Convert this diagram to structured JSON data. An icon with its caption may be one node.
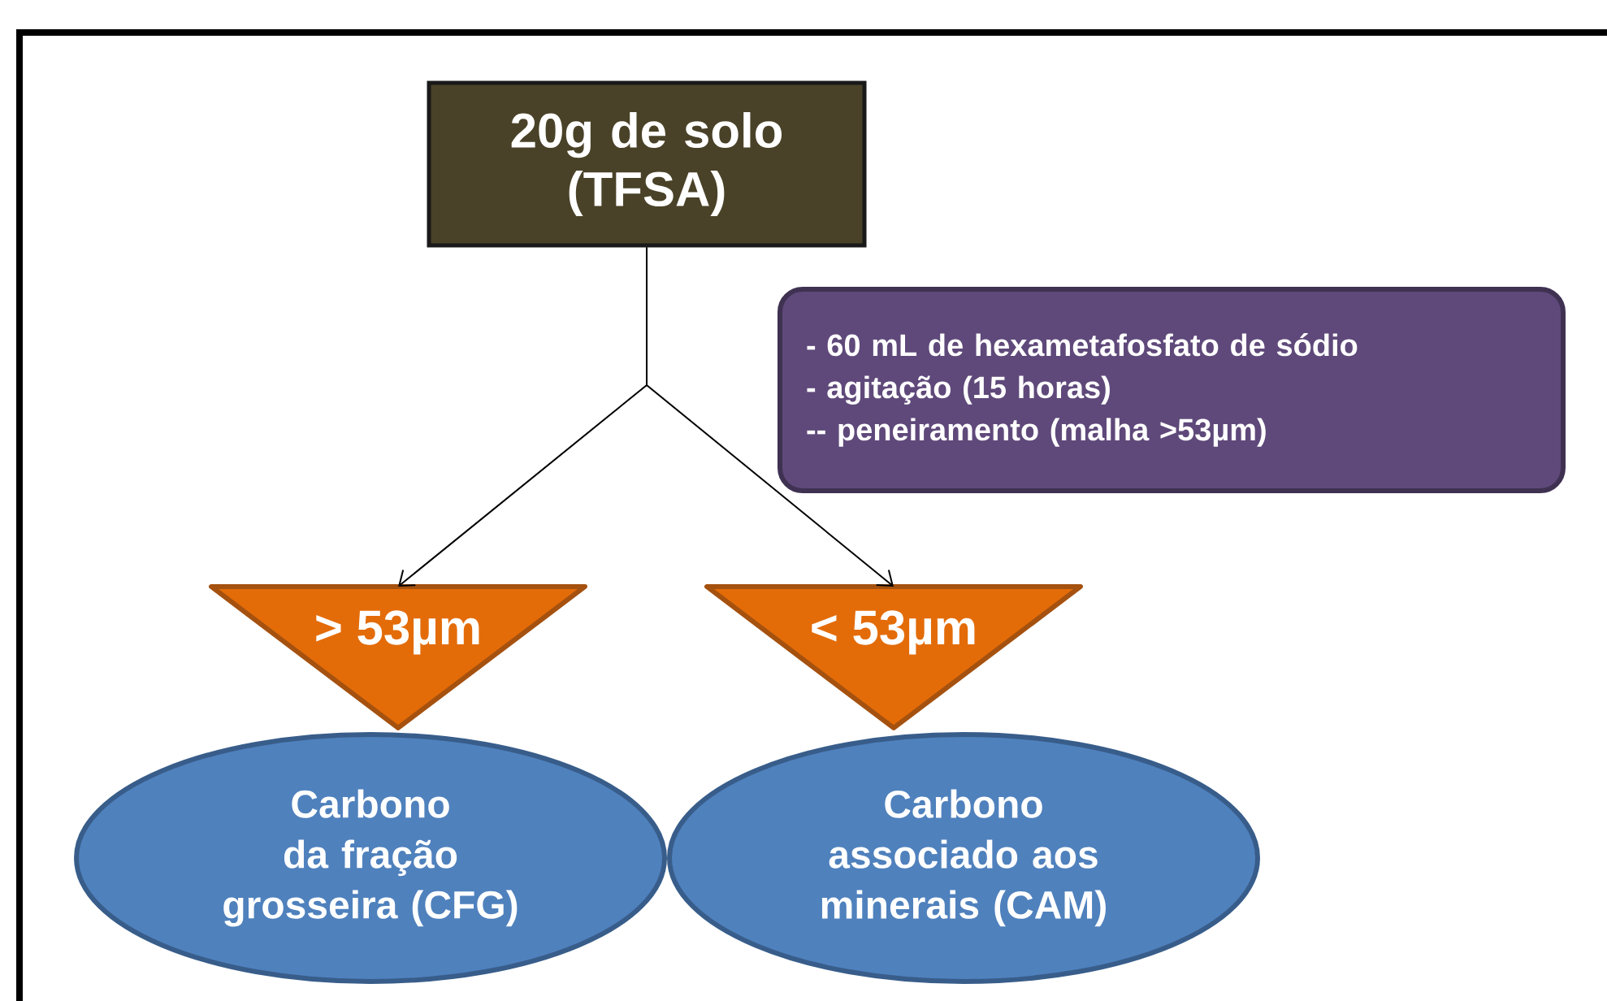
{
  "diagram": {
    "nodes": [
      {
        "text": [
          "20g de solo (TFSA)"
        ]
      },
      {
        "text": [
          "- 60 mL de hexametafosfato de sódio",
          "- agitação (15 horas)",
          "-- peneiramento (malha >53µm)"
        ]
      },
      {
        "text": [
          "> 53µm"
        ]
      },
      {
        "text": [
          "< 53µm"
        ]
      },
      {
        "text": [
          "Carbono da fração grosseira (CFG)"
        ]
      },
      {
        "text": [
          "Carbono associado aos minerais (CAM)"
        ]
      }
    ],
    "edges": [
      {
        "from": 0,
        "to": 2,
        "arrow": "to"
      },
      {
        "from": 0,
        "to": 3,
        "arrow": "to"
      }
    ]
  }
}
